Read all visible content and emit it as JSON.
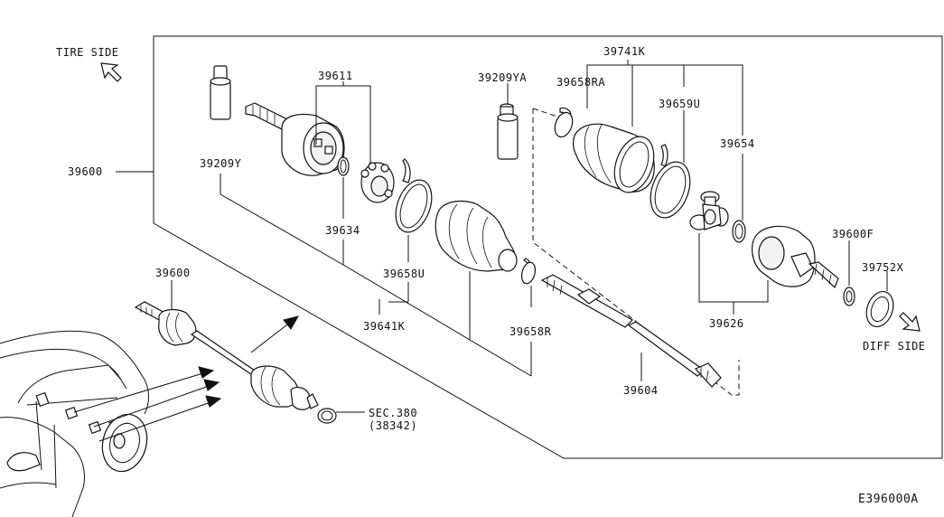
{
  "labels": {
    "tire_side": "TIRE SIDE",
    "diff_side": "DIFF SIDE",
    "p39600_main": "39600",
    "p39600_small": "39600",
    "p39611": "39611",
    "p39209Y": "39209Y",
    "p39634": "39634",
    "p39658U": "39658U",
    "p39641K": "39641K",
    "p39658R": "39658R",
    "p39209YA": "39209YA",
    "p39658RA": "39658RA",
    "p39741K": "39741K",
    "p39659U": "39659U",
    "p39654": "39654",
    "p39600F": "39600F",
    "p39752X": "39752X",
    "p39626": "39626",
    "p39604": "39604",
    "sec380": "SEC.380",
    "sec380_ref": "(38342)",
    "diagram_code": "E396000A"
  },
  "icons": {
    "tire_side_arrow": "hollow-arrow-up-left-icon",
    "diff_side_arrow": "hollow-arrow-down-right-icon",
    "leader_arrow": "solid-arrow-icon"
  },
  "colors": {
    "line": "#111111",
    "background": "#ffffff"
  }
}
